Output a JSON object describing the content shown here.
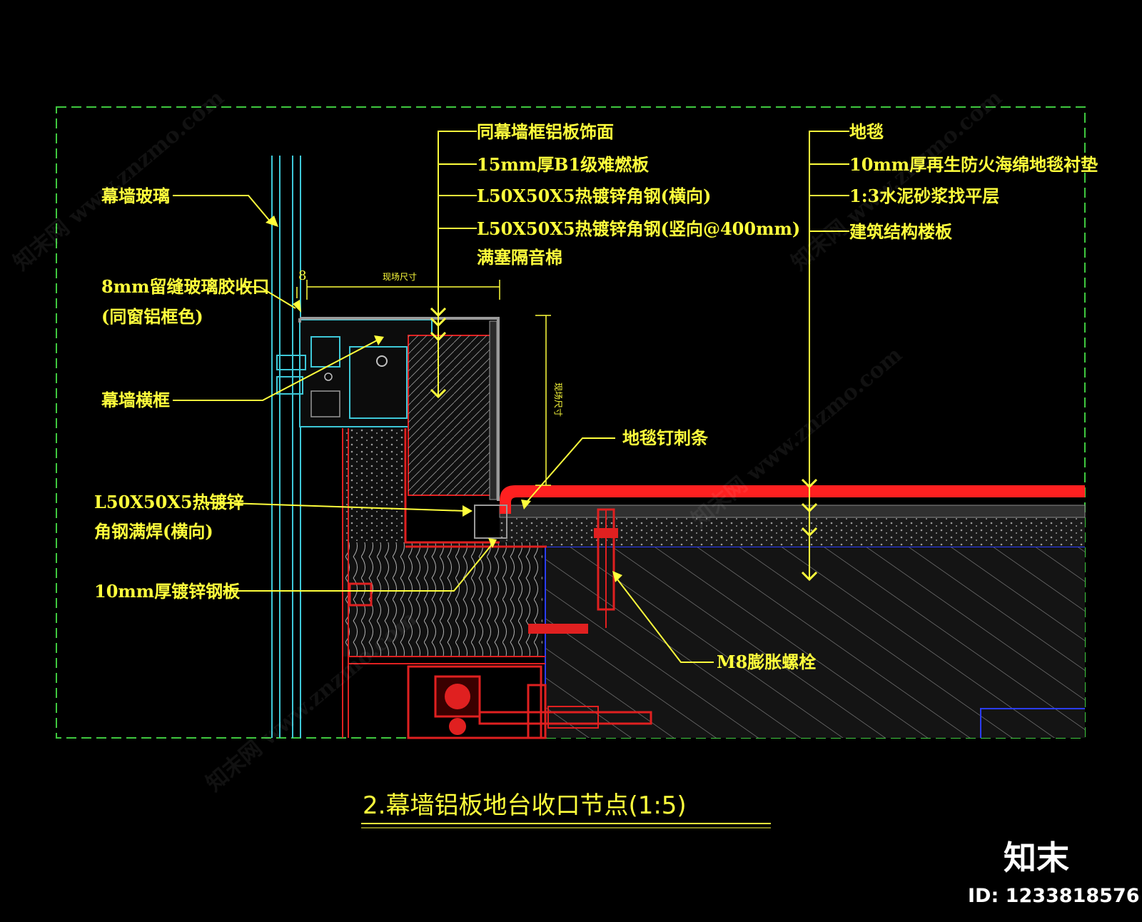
{
  "drawing": {
    "title": "2.幕墙铝板地台收口节点(1:5)",
    "dimension_width_label": "现场尺寸",
    "dimension_height_label": "现场尺寸",
    "dimension_gap_label": "8",
    "labels_left": [
      "幕墙玻璃",
      "8mm留缝玻璃胶收口",
      "(同窗铝框色)",
      "幕墙横框",
      "L50X50X5热镀锌",
      "角钢满焊(横向)",
      "10mm厚镀锌钢板"
    ],
    "labels_center": [
      "同幕墙框铝板饰面",
      "15mm厚B1级难燃板",
      "L50X50X5热镀锌角钢(横向)",
      "L50X50X5热镀锌角钢(竖向@400mm)",
      "满塞隔音棉"
    ],
    "labels_right": [
      "地毯",
      "10mm厚再生防火海绵地毯衬垫",
      "1:3水泥砂浆找平层",
      "建筑结构楼板"
    ],
    "label_carpet_strip": "地毯钉刺条",
    "label_bolt": "M8膨胀螺栓"
  },
  "watermark": {
    "logo_text": "知末",
    "id_text": "ID: 1233818576",
    "site_text": "知末网 www.znzmo.com"
  },
  "colors": {
    "background": "#000000",
    "border": "#3fc83f",
    "label": "#ffff3c",
    "glass": "#3ec8d8",
    "carpet": "#ff2020",
    "slab_outline": "#2a3cff",
    "structure": "#e02020"
  }
}
